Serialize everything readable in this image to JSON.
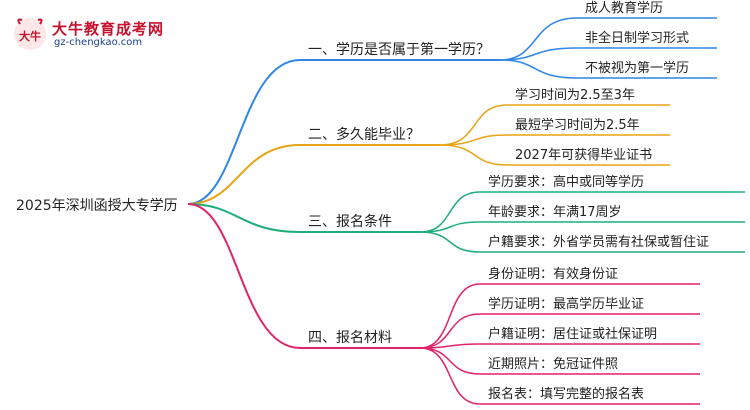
{
  "logo": {
    "title": "大牛教育成考网",
    "url": "gz-chengkao.com",
    "mark_text": "大牛"
  },
  "root": {
    "label": "2025年深圳函授大专学历"
  },
  "branches": [
    {
      "label": "一、学历是否属于第一学历？",
      "color": "#2f86e6",
      "children": [
        "成人教育学历",
        "非全日制学习形式",
        "不被视为第一学历"
      ]
    },
    {
      "label": "二、多久能毕业？",
      "color": "#e8a317",
      "children": [
        "学习时间为2.5至3年",
        "最短学习时间为2.5年",
        "2027年可获得毕业证书"
      ]
    },
    {
      "label": "三、报名条件",
      "color": "#1fae7a",
      "children": [
        "学历要求：高中或同等学历",
        "年龄要求：年满17周岁",
        "户籍要求：外省学员需有社保或暂住证"
      ]
    },
    {
      "label": "四、报名材料",
      "color": "#e0246a",
      "children": [
        "身份证明：有效身份证",
        "学历证明：最高学历毕业证",
        "户籍证明：居住证或社保证明",
        "近期照片：免冠证件照",
        "报名表：填写完整的报名表"
      ]
    }
  ]
}
